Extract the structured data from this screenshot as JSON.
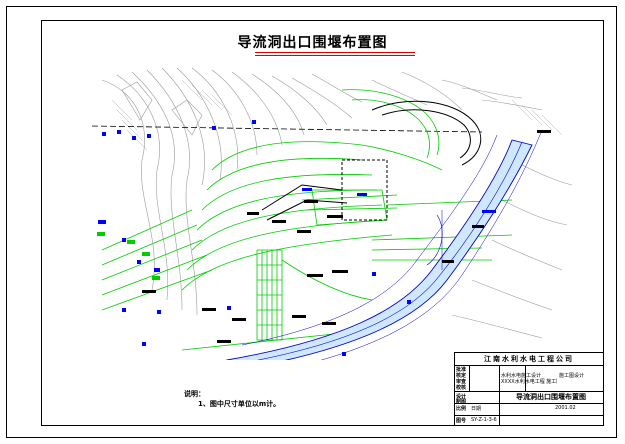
{
  "drawing": {
    "title": "导流洞出口围堰布置图"
  },
  "notes": {
    "heading": "说明：",
    "items": [
      "1、图中尺寸单位以m计。"
    ]
  },
  "title_block": {
    "company": "江南水利水电工程公司",
    "rows": [
      {
        "label": "批准",
        "text": ""
      },
      {
        "label": "核定",
        "text": "水利水电施工设计"
      },
      {
        "label": "审查",
        "text": "XXXX水利水电工程 施工图"
      },
      {
        "label": "校核",
        "text": ""
      },
      {
        "label": "设计",
        "text": ""
      },
      {
        "label": "制图",
        "text": ""
      },
      {
        "label": "比例",
        "text": ""
      },
      {
        "label": "图号",
        "text": ""
      }
    ],
    "design_stage": "施工图设计",
    "drawing_title": "导流洞出口围堰布置图",
    "date_label": "日期",
    "date": "2001.02",
    "drawing_number": "SY-Z-1-3-6"
  },
  "colors": {
    "terrain": "#9a9a9a",
    "structure": "#00cc00",
    "river": "#0000cc",
    "river_fill": "#cfe8ff",
    "label_block": "#000000",
    "marker": "#0000ff",
    "accent": "#e00000"
  }
}
